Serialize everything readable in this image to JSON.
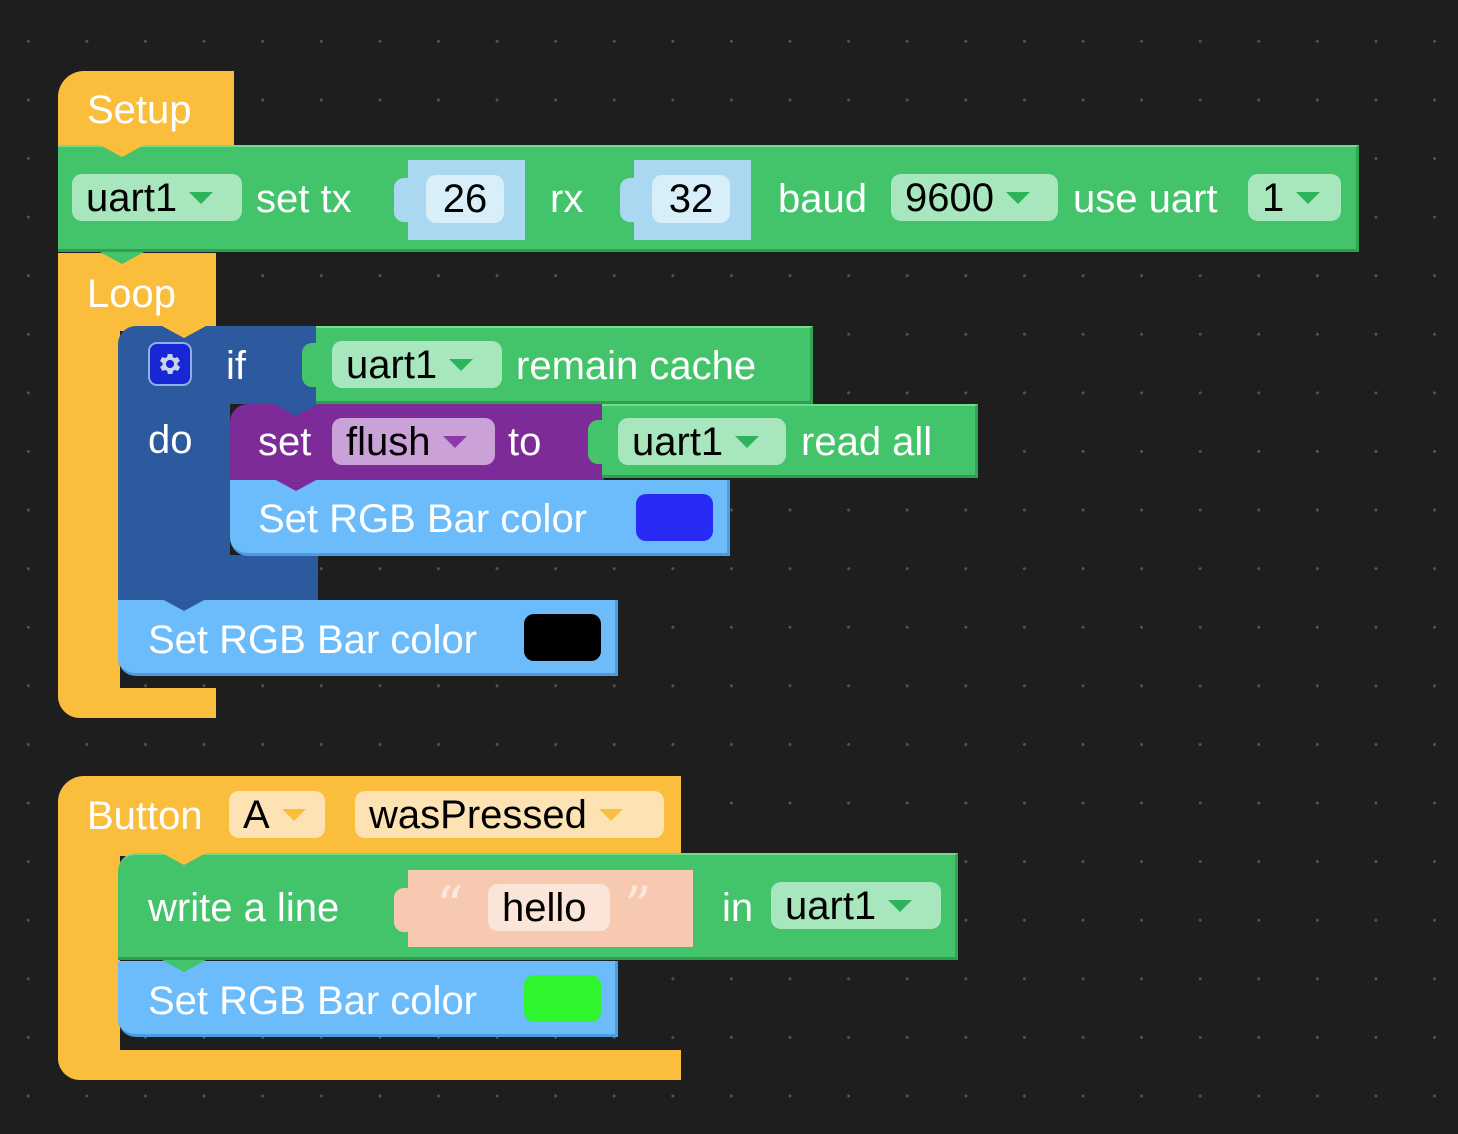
{
  "workspace": {
    "background": "#1e1e1e"
  },
  "setup_block": {
    "label": "Setup",
    "uart_config": {
      "uart_dropdown": "uart1",
      "set_tx_label": "set tx",
      "tx_value": "26",
      "rx_label": "rx",
      "rx_value": "32",
      "baud_label": "baud",
      "baud_value": "9600",
      "use_uart_label": "use uart",
      "uart_number": "1"
    }
  },
  "loop_block": {
    "label": "Loop",
    "if_block": {
      "if_label": "if",
      "do_label": "do",
      "gear_icon": "gear-icon",
      "condition": {
        "uart_dropdown": "uart1",
        "label": "remain cache"
      },
      "set_var": {
        "set_label": "set",
        "variable": "flush",
        "to_label": "to",
        "value": {
          "uart_dropdown": "uart1",
          "label": "read all"
        }
      },
      "rgb_block": {
        "label": "Set RGB Bar color",
        "color": "#2a2af5"
      }
    },
    "rgb_block": {
      "label": "Set RGB Bar color",
      "color": "#000000"
    }
  },
  "button_block": {
    "button_label": "Button",
    "button_dropdown": "A",
    "event_dropdown": "wasPressed",
    "write_line": {
      "label": "write a line",
      "open_quote": "“",
      "text_value": "hello",
      "close_quote": "”",
      "in_label": "in",
      "uart_dropdown": "uart1"
    },
    "rgb_block": {
      "label": "Set RGB Bar color",
      "color": "#2ef52e"
    }
  }
}
